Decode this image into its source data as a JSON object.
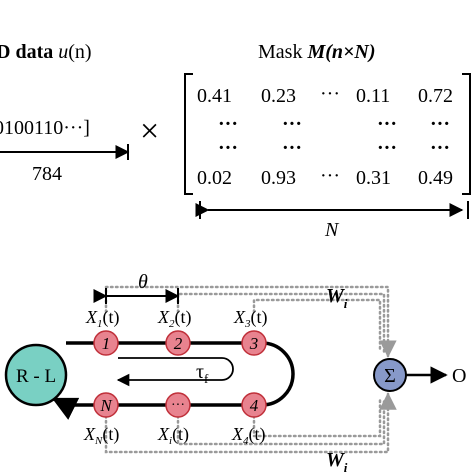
{
  "colors": {
    "node_fill": "#e8838f",
    "node_stroke": "#c0303a",
    "rl_fill": "#79d0c3",
    "sum_fill": "#8799c9",
    "ink": "#000000",
    "dotted": "#9a9a9a"
  },
  "top": {
    "data_label_prefix": "D data ",
    "data_label_u": "u",
    "data_label_n": "(n)",
    "binary_sequence": "0100110···]",
    "times_sign": "×",
    "length_784": "784",
    "mask_label_word": "Mask ",
    "mask_label_M": "M",
    "mask_label_paren": "(n×N)",
    "matrix": {
      "row1": [
        "0.41",
        "0.23",
        "···",
        "0.11",
        "0.72"
      ],
      "row2": [
        "···",
        "···",
        "",
        "···",
        "···"
      ],
      "row3": [
        "···",
        "···",
        "",
        "···",
        "···"
      ],
      "row4": [
        "0.02",
        "0.93",
        "···",
        "0.31",
        "0.49"
      ]
    },
    "n_dim_label": "N"
  },
  "bottom": {
    "theta": "θ",
    "tau": "τ",
    "tau_sub": "f",
    "rl_label": "R - L",
    "sum_label": "Σ",
    "output_label": "O",
    "weight_label": "W",
    "weight_sub": "i",
    "nodes_top": [
      {
        "num": "1",
        "label_x": "X",
        "label_sub": "1",
        "label_t": "(t)"
      },
      {
        "num": "2",
        "label_x": "X",
        "label_sub": "2",
        "label_t": "(t)"
      },
      {
        "num": "3",
        "label_x": "X",
        "label_sub": "3",
        "label_t": "(t)"
      }
    ],
    "nodes_bottom": [
      {
        "num": "N",
        "label_x": "X",
        "label_sub": "N",
        "label_t": "(t)"
      },
      {
        "num": "···",
        "label_x": "X",
        "label_sub": "i",
        "label_t": "(t)"
      },
      {
        "num": "4",
        "label_x": "X",
        "label_sub": "4",
        "label_t": "(t)"
      }
    ]
  }
}
